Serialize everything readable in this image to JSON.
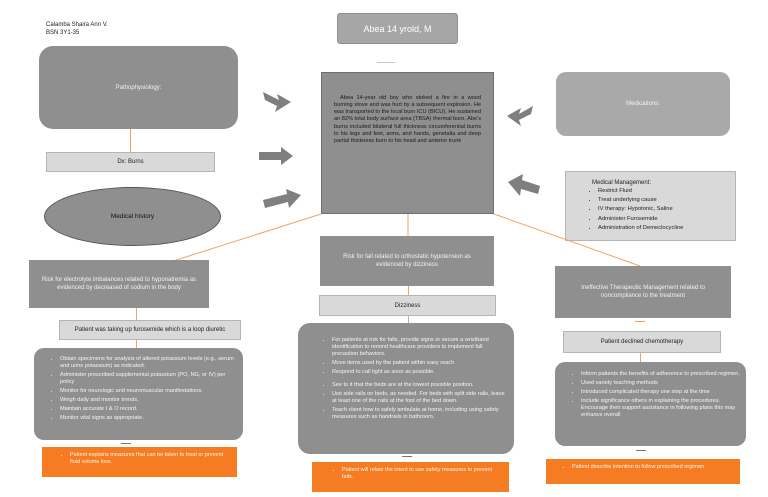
{
  "header": {
    "name": "Calamba Shaira Ann V.",
    "section": "BSN 3Y1-35"
  },
  "title": "Abea 14 yrold, M",
  "pathophysiology_label": "Pathophysiology:",
  "dx_label": "Dx: Burns",
  "medical_history_label": "Medical history",
  "medications_label": "Medications:",
  "case_text": "Abea 14-year old boy who stoked a fire in a wood burning stove and was hurt by a subsequent explosion. He was transported to the local burn ICU (BICU). He sustained an 82% total body surface area (TBSA) thermal burn. Abe's burns included bilateral full thickness circumferential burns to his legs and feet, arms, and hands, genetalia and deep partial thickness burn to his head and anterior trunk",
  "medical_management": {
    "title": "Medical Management:",
    "items": [
      "Restrict Fluid",
      "Treat underlying cause",
      "IV therapy: Hypotonic, Saline",
      "Administer Furosemide",
      "Administration of Demeclocycline"
    ]
  },
  "left_column": {
    "diagnosis": "Risk for electrolyte imbalances related to hyponatremia as evidenced by decreased of sodium in the body",
    "cause": "Patient was taking up furosemide which is a loop diuretic",
    "interventions": [
      "Obtain specimens for analysis of altered potassium levels (e.g., serum and urine potassium) as indicated.",
      "Administer prescribed supplemental potassium (PO, NG, or IV) per policy",
      "Monitor for neurologic and neuromuscular manifestations.",
      "Weigh daily and monitor trends.",
      "Maintain accurate I & O record.",
      "Monitor vital signs as appropriate."
    ],
    "outcome": "Patient explains measures that can be taken to treat or prevent fluid volume loss."
  },
  "middle_column": {
    "diagnosis": "Risk for fall related to orthostatic hypotension as evidenced by dizziness",
    "cause": "Dizziness",
    "interventions": [
      "For patients at risk for falls, provide signs or secure a wristband identification to remind healthcare providers to implement fall precaution behaviors.",
      "Move items used by the patient within easy reach",
      "Respond to call light as soon as possible.",
      "See to it that the beds are at the lowest possible position.",
      "Use side rails on beds, as needed. For beds with split side rails, leave at least one of the rails at the foot of the bed down.",
      "Teach client how to safely ambulate at home, including using safety measures such as handrails in bathroom."
    ],
    "outcome": "Patient will relate the intent to use safety measures to prevent falls."
  },
  "right_column": {
    "diagnosis": "Ineffective Therapeutic Management related to noncompliance to the treatment",
    "cause": "Patient declined chemotherapy",
    "interventions": [
      "Inform patients the benefits of adherence to prescribed regimen.",
      "Used variety teaching methods",
      "Introduced complicated therapy one step at the time",
      "Include significance others in explaining the procedures. Encourage their support assistance in following plans this may enhance overall"
    ],
    "outcome": "Patient describe intention to follow prescribed regimen"
  },
  "colors": {
    "gray": "#8f8f8f",
    "light_gray": "#d9d9d9",
    "orange": "#f57c22",
    "connector": "#f0a36a"
  }
}
